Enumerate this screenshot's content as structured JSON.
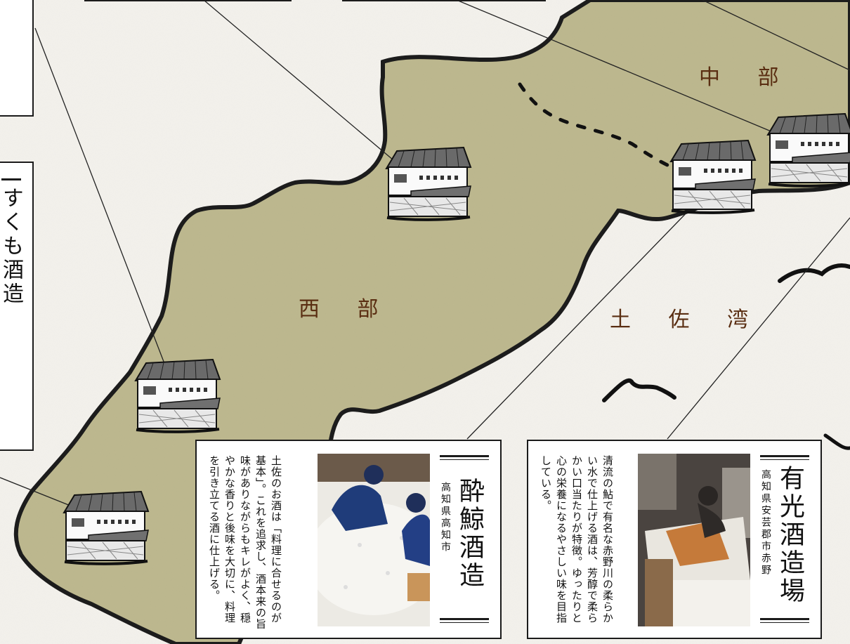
{
  "map": {
    "regions": {
      "chubu": "中 部",
      "seibu": "西 部",
      "tosa_bay": "土 佐 湾"
    }
  },
  "cards": {
    "suikei": {
      "name": "酔鯨酒造",
      "address": "高知県高知市",
      "description": "土佐のお酒は「料理に合せるのが基本」。これを追求し、酒本来の旨味がありながらもキレがよく、穏やかな香りと後味を大切に、料理を引き立てる酒に仕上げる。"
    },
    "arimitsu": {
      "name": "有光酒造場",
      "address": "高知県安芸郡市赤野",
      "description": "清流の鮎で有名な赤野川の柔らかい水で仕上げる酒は、芳醇で柔らかい口当たりが特徴。ゆったりと心の栄養になるやさしい味を目指している。"
    },
    "partial_left": {
      "name_fragment": "すくも酒造"
    }
  },
  "colors": {
    "land": "#bdb88f",
    "land_edge": "#1a1a1a",
    "paper": "#f3f1ec",
    "region_text": "#5a2e12"
  }
}
